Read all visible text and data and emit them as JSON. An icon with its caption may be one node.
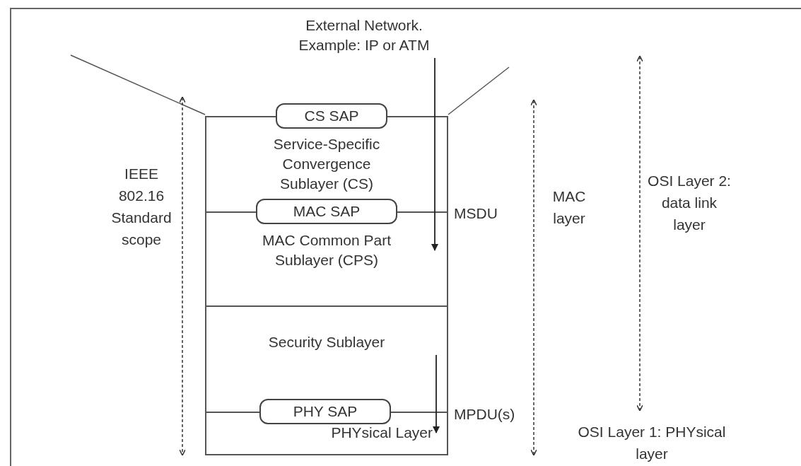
{
  "diagram": {
    "nodes": [
      {
        "text": [
          "External Network. Example: IP or ATM"
        ]
      },
      {
        "text": [
          "CS SAP"
        ]
      },
      {
        "text": [
          "Service-Specific Convergence Sublayer (CS)"
        ]
      },
      {
        "text": [
          "MAC SAP"
        ]
      },
      {
        "text": [
          "MAC Common Part Sublayer (CPS)"
        ]
      },
      {
        "text": [
          "Security Sublayer"
        ]
      },
      {
        "text": [
          "PHY SAP"
        ]
      },
      {
        "text": [
          "PHYsical Layer"
        ]
      }
    ],
    "edges": [
      {
        "from": 0,
        "to": 4,
        "arrow": "to",
        "label": "MSDU"
      },
      {
        "from": 5,
        "to": 7,
        "arrow": "to",
        "label": "MPDU(s)"
      }
    ],
    "labels": [
      "IEEE 802.16 Standard scope",
      "MAC layer",
      "OSI Layer 2: data link layer",
      "OSI Layer 1: PHYsical layer"
    ]
  }
}
